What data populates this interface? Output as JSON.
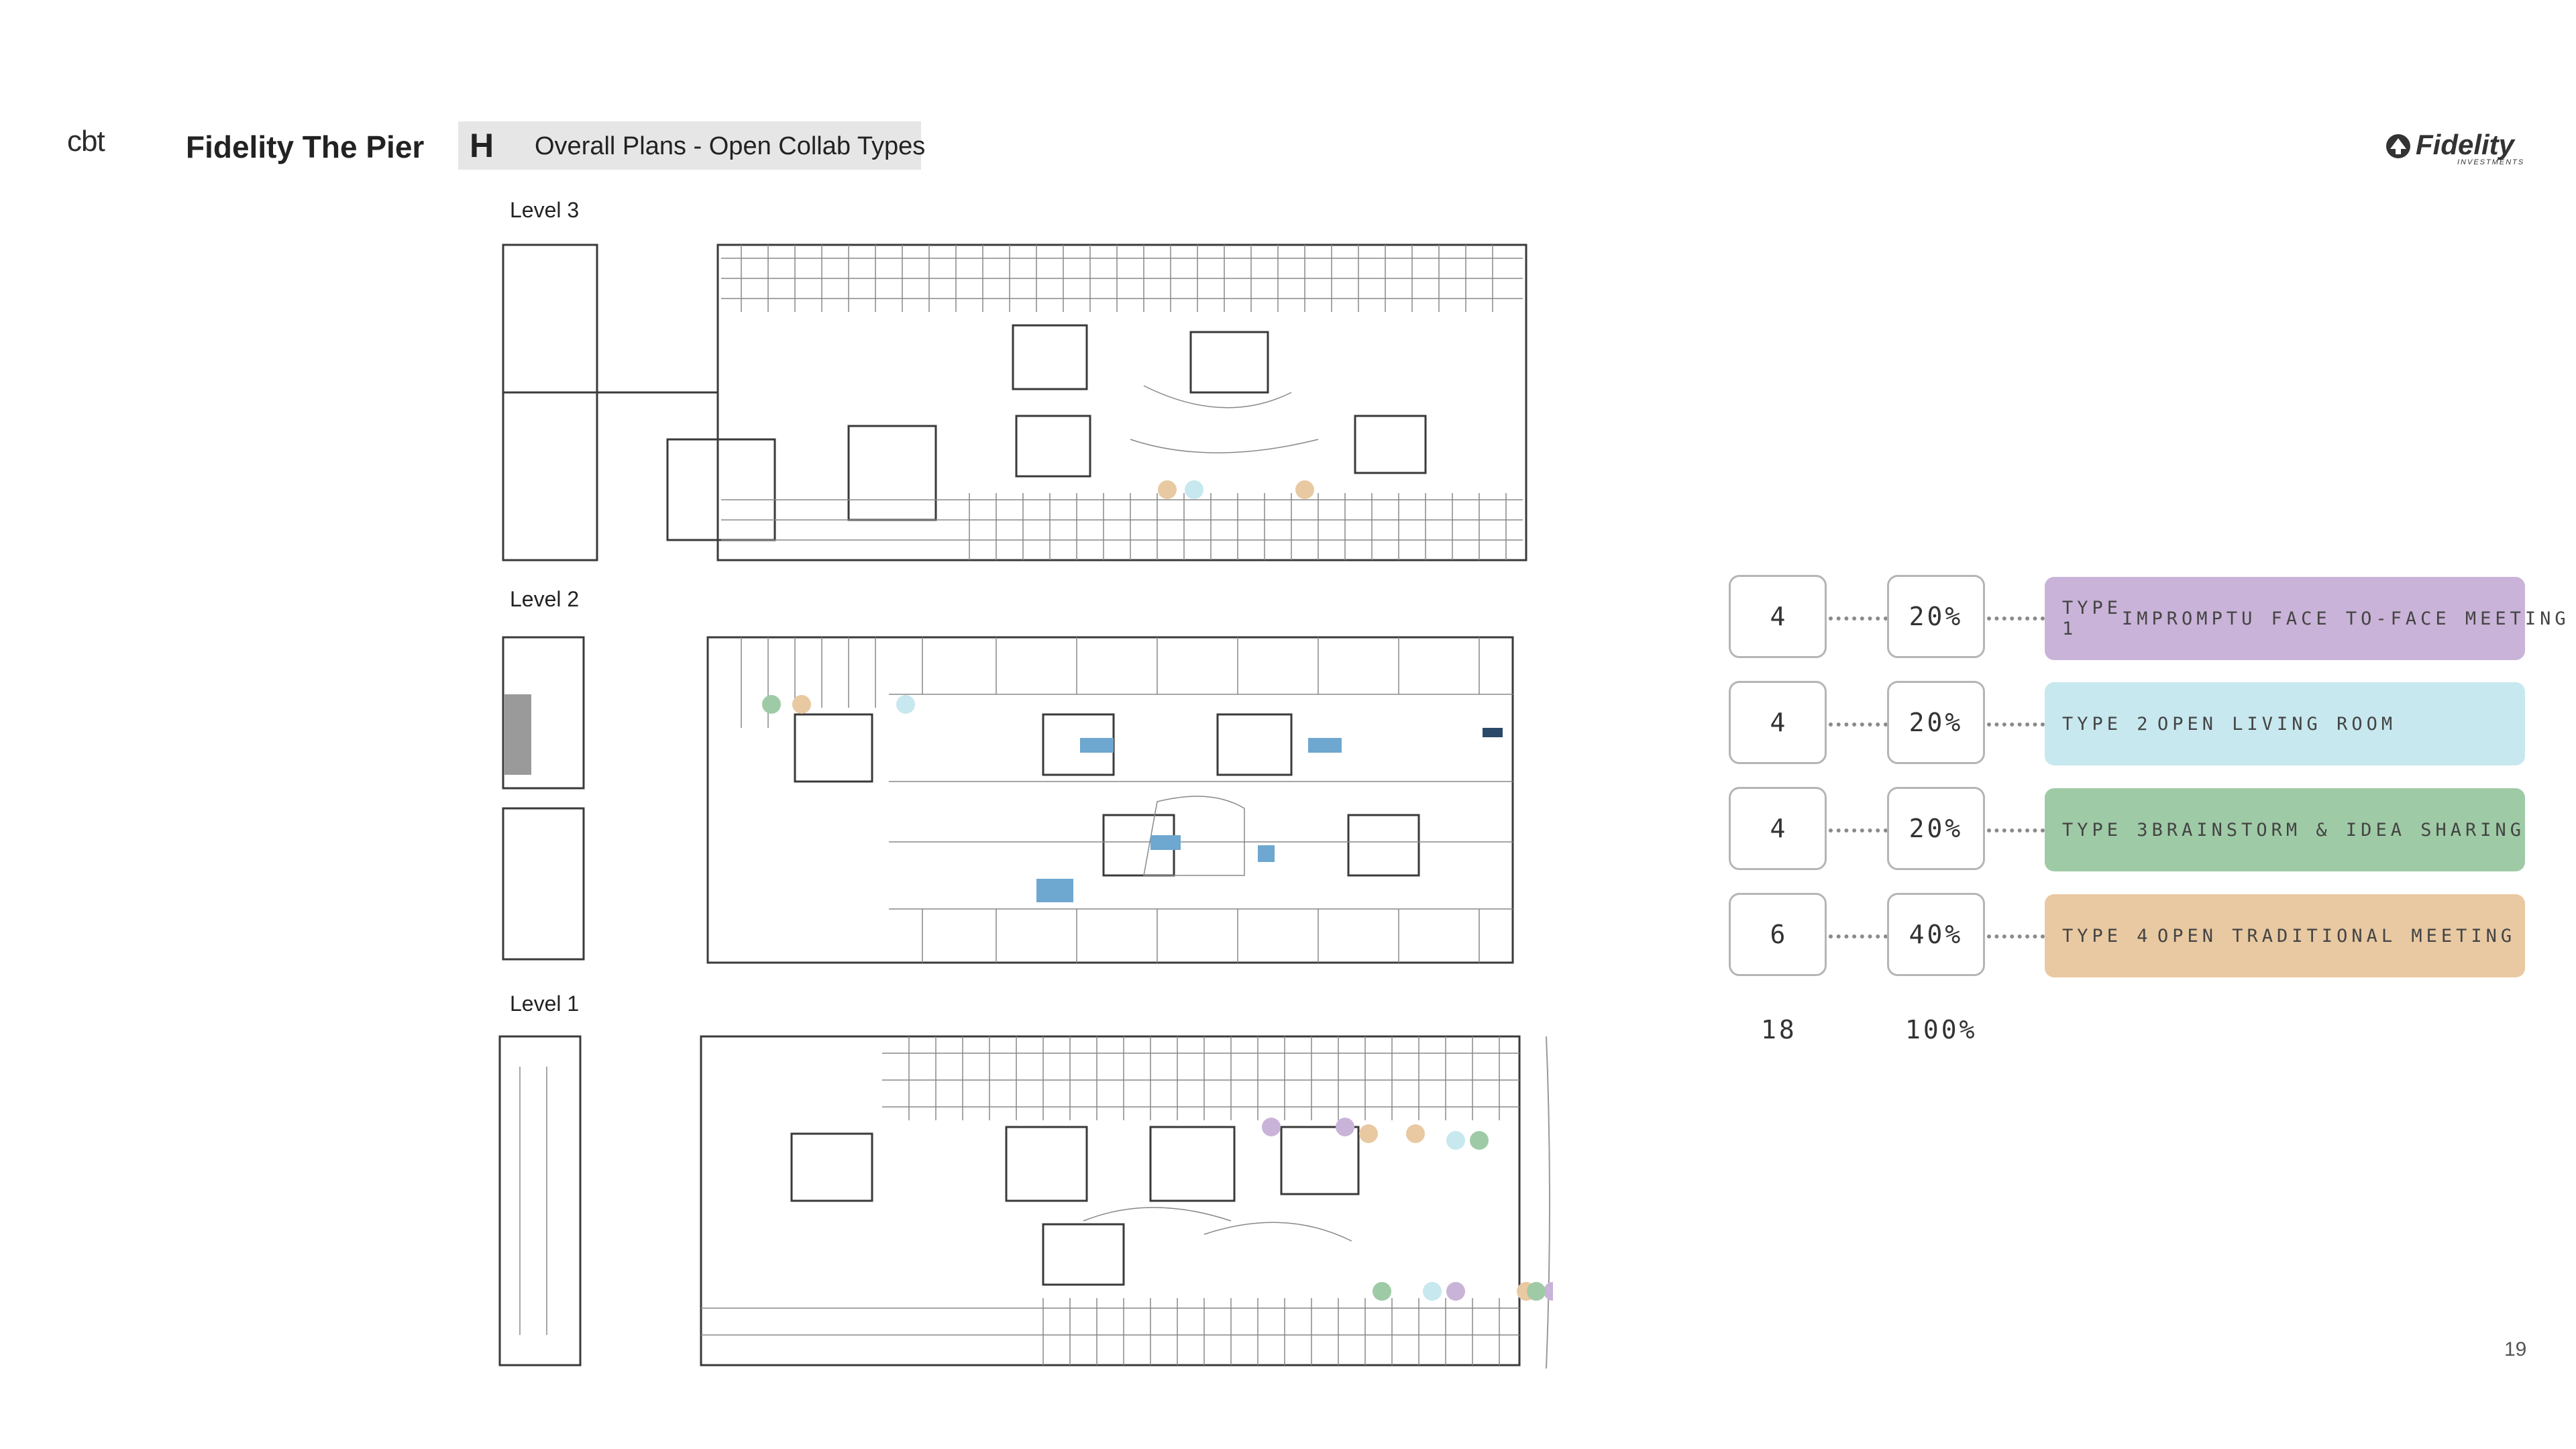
{
  "header": {
    "company": "cbt",
    "project": "Fidelity The Pier",
    "section_letter": "H",
    "section_title": "Overall Plans - Open Collab Types",
    "brand": "Fidelity",
    "brand_sub": "INVESTMENTS"
  },
  "levels": [
    {
      "label": "Level 3"
    },
    {
      "label": "Level 2"
    },
    {
      "label": "Level 1"
    }
  ],
  "legend": {
    "rows": [
      {
        "count": "4",
        "percent": "20%",
        "type": "TYPE 1",
        "name": "IMPROMPTU FACE TO-FACE MEETING",
        "color": "#c9b3d8"
      },
      {
        "count": "4",
        "percent": "20%",
        "type": "TYPE 2",
        "name": "OPEN LIVING ROOM",
        "color": "#c7e8ee"
      },
      {
        "count": "4",
        "percent": "20%",
        "type": "TYPE 3",
        "name": "BRAINSTORM & IDEA SHARING",
        "color": "#9fcaa6"
      },
      {
        "count": "6",
        "percent": "40%",
        "type": "TYPE 4",
        "name": "OPEN TRADITIONAL MEETING",
        "color": "#e8c9a2"
      }
    ],
    "total_count": "18",
    "total_percent": "100%"
  },
  "page_number": "19"
}
